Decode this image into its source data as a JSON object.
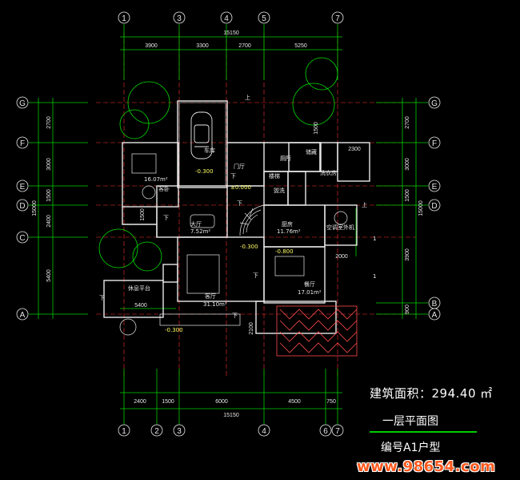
{
  "title_block": {
    "area_label": "建筑面积：294.40 ㎡",
    "floor_name": "一层平面图",
    "plan_code": "编号A1户型"
  },
  "watermark": "www.98654.com",
  "axes": {
    "top": [
      "1",
      "3",
      "4",
      "5",
      "7"
    ],
    "bottom": [
      "1",
      "2",
      "3",
      "4",
      "6",
      "7"
    ],
    "left": [
      "G",
      "F",
      "E",
      "D",
      "C",
      "A"
    ],
    "right": [
      "G",
      "F",
      "E",
      "D",
      "B",
      "A"
    ]
  },
  "dimensions": {
    "top_total": "15150",
    "top_segments": [
      "3900",
      "3300",
      "2700",
      "5250"
    ],
    "bottom_total": "15150",
    "bottom_segments": [
      "2400",
      "1500",
      "6000",
      "4500",
      "750"
    ],
    "left_total": "15000",
    "left_segments": [
      "2700",
      "3000",
      "1500",
      "2400",
      "5400"
    ],
    "right_total": "15000",
    "right_segments": [
      "2700",
      "3000",
      "1500",
      "3900",
      "900"
    ],
    "misc": {
      "d2300": "2300",
      "d1500": "1500",
      "d1500b": "1500",
      "d2000": "2000",
      "d5400": "5400",
      "d2100": "2100"
    }
  },
  "rooms": {
    "garage": "车库",
    "garage_level": "-0.300",
    "bedroom": "16.07m²",
    "guest": "客卧",
    "foyer": "门厅",
    "foyer_level": "±0.000",
    "hall_label": "大厅",
    "hall_area": "7.52m²",
    "living": "客厅",
    "living_area": "31.10m²",
    "living_level": "-0.300",
    "kitchen": "厨房",
    "kitchen_area": "11.76m²",
    "dining": "餐厅",
    "dining_area": "17.01m²",
    "dining_level": "-0.800",
    "storage": "储藏",
    "laundry": "洗衣房",
    "wc": "厕所",
    "stair_label": "楼梯",
    "bath": "盥洗",
    "ac": "空调室外机",
    "terrace": "休息平台",
    "terrace_level": "-0.300",
    "up1": "上",
    "up2": "上",
    "down1": "下",
    "down2": "下",
    "down3": "下",
    "down4": "下",
    "down5": "下",
    "down6": "下",
    "marker1": "1",
    "marker2": "1"
  },
  "colors": {
    "background": "#000000",
    "wall": "#e8e8e8",
    "axis_line": "#ff3030",
    "dim_line": "#00d000",
    "text": "#e6e6e6",
    "accent": "#ffff66",
    "watermark": "#ff5a1f"
  }
}
